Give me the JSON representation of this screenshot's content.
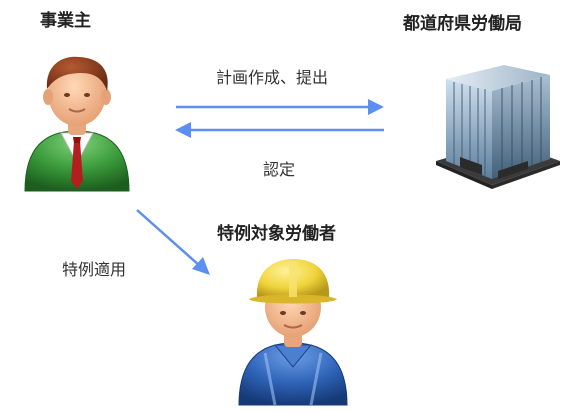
{
  "actors": {
    "employer": "事業主",
    "labor_bureau": "都道府県労働局",
    "special_worker": "特例対象労働者"
  },
  "flows": {
    "plan_submission": "計画作成、提出",
    "certification": "認定",
    "special_application": "特例適用"
  },
  "colors": {
    "arrow": "#5b8ff0",
    "employer_suit": "#3a9a3a",
    "worker_helmet": "#f0d43a",
    "worker_uniform": "#2f64b9",
    "building": "#7f9bb5"
  },
  "icons": {
    "employer": "businessman-icon",
    "labor_bureau": "office-building-icon",
    "special_worker": "construction-worker-icon"
  }
}
